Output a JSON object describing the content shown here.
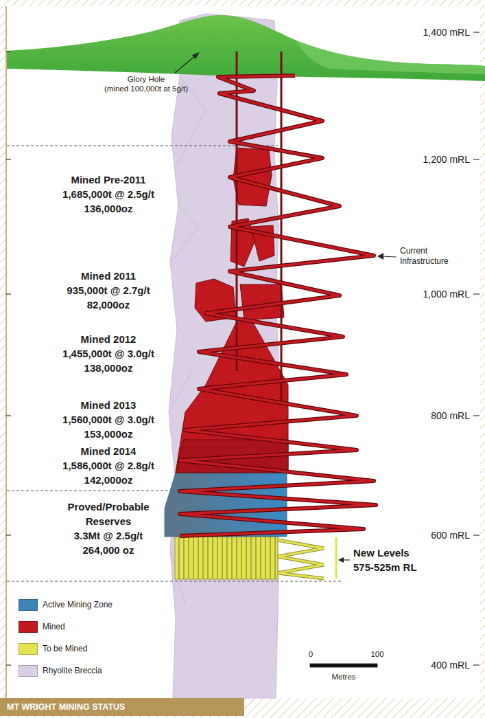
{
  "diagram": {
    "caption": "MT WRIGHT MINING STATUS",
    "labels": [
      "1,400 mRL",
      "Glory Hole",
      "(mined 100,000t at 5g/t)",
      "1,200 mRL",
      "Mined Pre-2011",
      "1,685,000t @ 2.5g/t",
      "136,000oz",
      "Current",
      "Infrastructure",
      "Mined 2011",
      "935,000t @ 2.7g/t",
      "82,000oz",
      "1,000 mRL",
      "Mined 2012",
      "1,455,000t @ 3.0g/t",
      "138,000oz",
      "800 mRL",
      "Mined 2013",
      "1,560,000t @ 3.0g/t",
      "153,000oz",
      "Mined 2014",
      "1,586,000t @ 2.8g/t",
      "142,000oz",
      "Proved/Probable",
      "Reserves",
      "3.3Mt @ 2.5g/t",
      "264,000 oz",
      "600 mRL",
      "New Levels",
      "575-525m RL",
      "400 mRL",
      "0",
      "100",
      "Metres"
    ],
    "legend": [
      {
        "text": "Active Mining Zone",
        "color": "#3f82b8"
      },
      {
        "text": "Mined",
        "color": "#c0181e"
      },
      {
        "text": "To be Mined",
        "color": "#e3e34f"
      },
      {
        "text": "Rhyolite Breccia",
        "color": "#dacfe4"
      }
    ]
  }
}
